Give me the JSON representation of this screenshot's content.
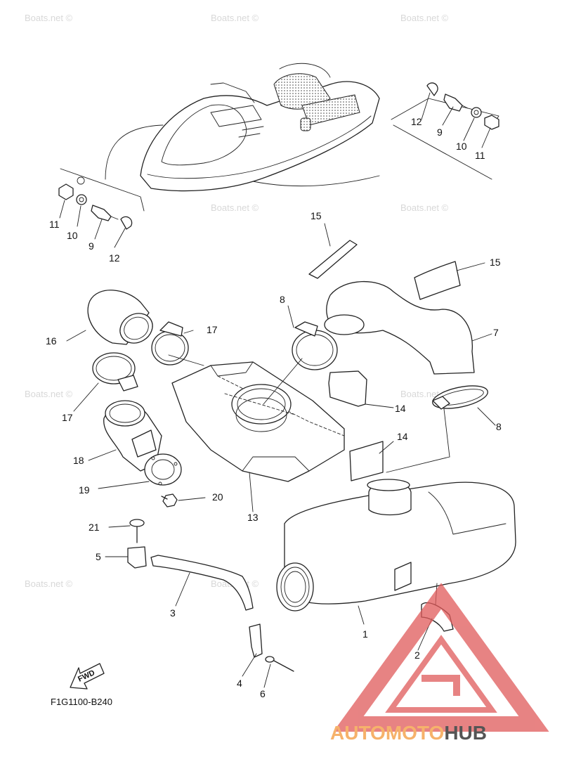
{
  "watermark_text": "Boats.net ©",
  "fig_code": "F1G1100-B240",
  "fwd_label": "FWD",
  "brand": {
    "part1": "AUTOMOTO",
    "part2": "HUB",
    "color_primary": "#e05a5a",
    "color_accent": "#f6b26b",
    "color_dark": "#555555"
  },
  "callouts": {
    "c1": "1",
    "c2": "2",
    "c3": "3",
    "c4": "4",
    "c5": "5",
    "c6": "6",
    "c7": "7",
    "c8a": "8",
    "c8b": "8",
    "c9a": "9",
    "c9b": "9",
    "c10a": "10",
    "c10b": "10",
    "c11a": "11",
    "c11b": "11",
    "c12a": "12",
    "c12b": "12",
    "c13": "13",
    "c14a": "14",
    "c14b": "14",
    "c15a": "15",
    "c15b": "15",
    "c16": "16",
    "c17a": "17",
    "c17b": "17",
    "c18": "18",
    "c19": "19",
    "c20": "20",
    "c21": "21"
  }
}
